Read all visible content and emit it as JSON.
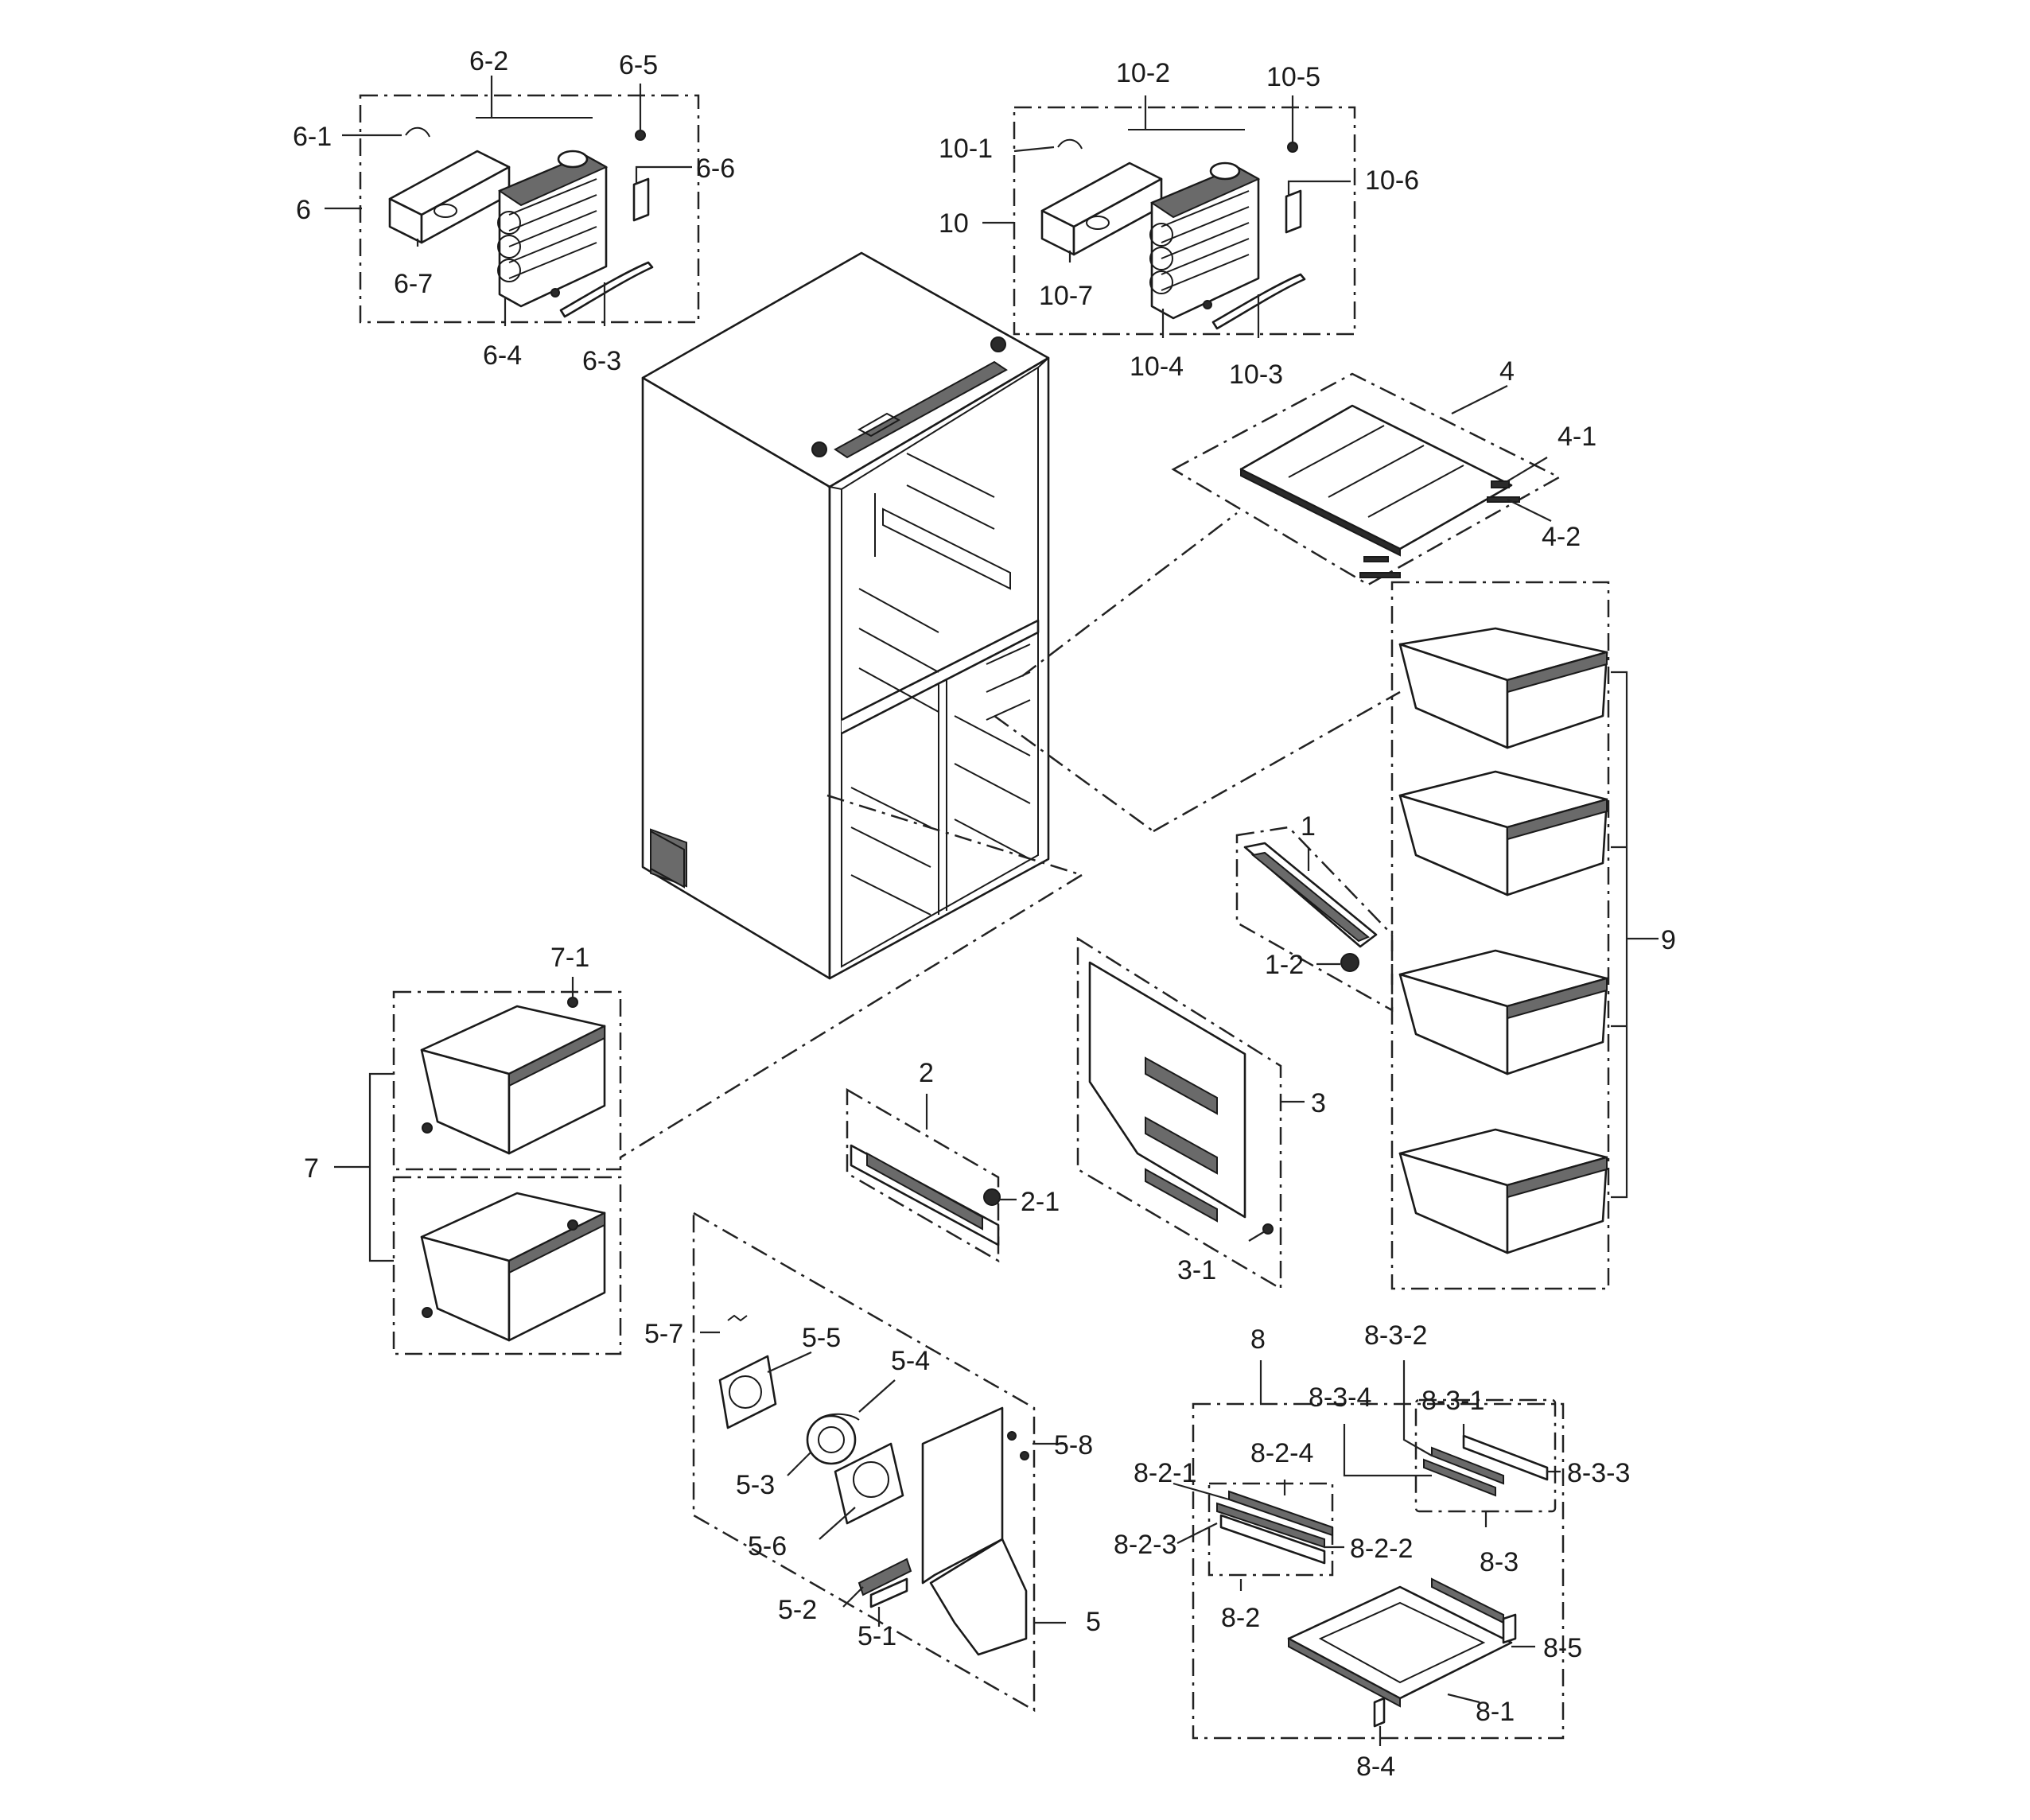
{
  "labels": {
    "p1": "1",
    "p1_2": "1-2",
    "p2": "2",
    "p2_1": "2-1",
    "p3": "3",
    "p3_1": "3-1",
    "p4": "4",
    "p4_1": "4-1",
    "p4_2": "4-2",
    "p5": "5",
    "p5_1": "5-1",
    "p5_2": "5-2",
    "p5_3": "5-3",
    "p5_4": "5-4",
    "p5_5": "5-5",
    "p5_6": "5-6",
    "p5_7": "5-7",
    "p5_8": "5-8",
    "p6": "6",
    "p6_1": "6-1",
    "p6_2": "6-2",
    "p6_3": "6-3",
    "p6_4": "6-4",
    "p6_5": "6-5",
    "p6_6": "6-6",
    "p6_7": "6-7",
    "p7": "7",
    "p7_1": "7-1",
    "p8": "8",
    "p8_1": "8-1",
    "p8_2": "8-2",
    "p8_2_1": "8-2-1",
    "p8_2_2": "8-2-2",
    "p8_2_3": "8-2-3",
    "p8_2_4": "8-2-4",
    "p8_3": "8-3",
    "p8_3_1": "8-3-1",
    "p8_3_2": "8-3-2",
    "p8_3_3": "8-3-3",
    "p8_3_4": "8-3-4",
    "p8_4": "8-4",
    "p8_5": "8-5",
    "p9": "9",
    "p10": "10",
    "p10_1": "10-1",
    "p10_2": "10-2",
    "p10_3": "10-3",
    "p10_4": "10-4",
    "p10_5": "10-5",
    "p10_6": "10-6",
    "p10_7": "10-7"
  },
  "colors": {
    "ink": "#1a1a1a",
    "paper": "#ffffff"
  }
}
